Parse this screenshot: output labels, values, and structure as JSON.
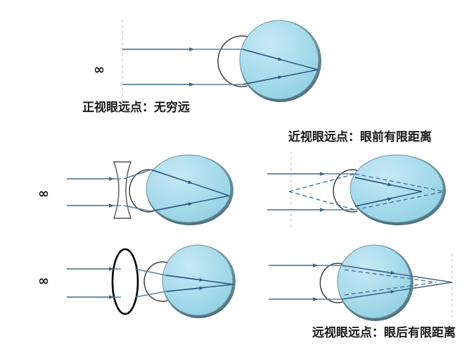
{
  "figure": {
    "title": "Far point of emmetropic, myopic and hyperopic eyes",
    "background_color": "#ffffff",
    "colors": {
      "eye_fill": "#a8dcec",
      "eye_fill_light": "#c3e7f4",
      "eye_stroke": "#5a7f8d",
      "cornea_stroke": "#3a3a3a",
      "ray_color": "#4a6b8a",
      "ray_inner_color": "#2e5f8a",
      "dashed_ray_color": "#3c6a96",
      "guide_dash_color": "#c9c9c9",
      "lens_stroke": "#555555",
      "convex_lens_stroke": "#000000",
      "text_color": "#1a1a1a"
    }
  },
  "panels": [
    {
      "id": "emmetropia",
      "name": "emmetropic-eye-panel",
      "caption": "正视眼远点：无穷远",
      "infinity_symbol": "∞",
      "eye_shape": "circle",
      "corrective_lens": "none",
      "focus_location": "retina"
    },
    {
      "id": "myopia-corrected",
      "name": "myopic-eye-corrected-panel",
      "caption": "",
      "infinity_symbol": "∞",
      "eye_shape": "oval-elongated",
      "corrective_lens": "biconcave",
      "focus_location": "retina"
    },
    {
      "id": "myopia-farpoint",
      "name": "myopic-eye-farpoint-panel",
      "caption": "近视眼远点：眼前有限距离",
      "infinity_symbol": "",
      "eye_shape": "oval-elongated",
      "corrective_lens": "none",
      "focus_location": "retina-from-near-point"
    },
    {
      "id": "hyperopia-corrected",
      "name": "hyperopic-eye-corrected-panel",
      "caption": "",
      "infinity_symbol": "∞",
      "eye_shape": "circle",
      "corrective_lens": "biconvex",
      "focus_location": "retina"
    },
    {
      "id": "hyperopia-farpoint",
      "name": "hyperopic-eye-farpoint-panel",
      "caption": "远视眼远点：眼后有限距离",
      "infinity_symbol": "",
      "eye_shape": "circle",
      "corrective_lens": "none",
      "focus_location": "behind-eye"
    }
  ],
  "captions": {
    "emmetropia": "正视眼远点：无穷远",
    "myopia": "近视眼远点：眼前有限距离",
    "hyperopia": "远视眼远点：眼后有限距离"
  },
  "symbols": {
    "infinity_1": "∞",
    "infinity_2": "∞",
    "infinity_3": "∞"
  }
}
